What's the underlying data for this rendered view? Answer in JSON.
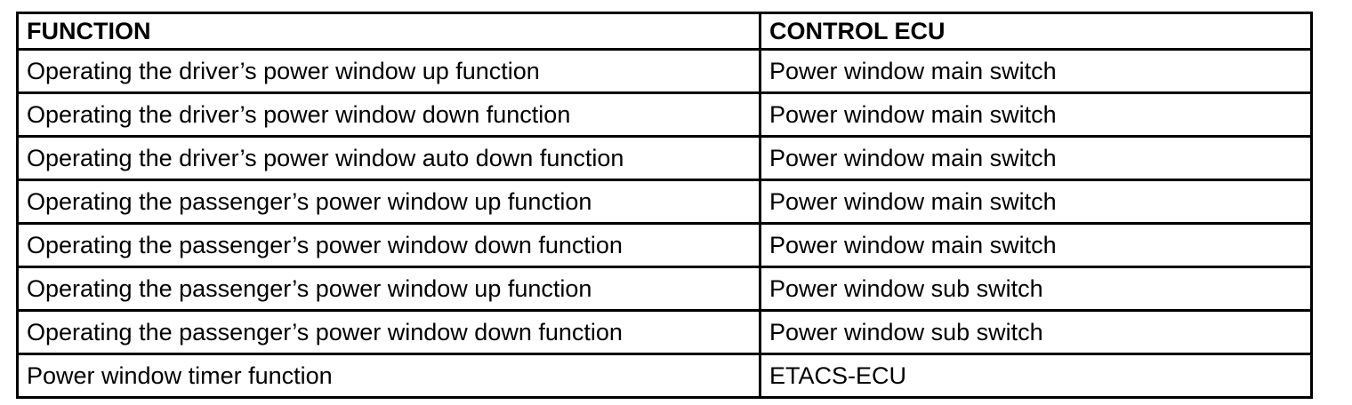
{
  "table": {
    "headers": [
      {
        "label": "FUNCTION"
      },
      {
        "label": "CONTROL ECU"
      }
    ],
    "rows": [
      {
        "function": "Operating the driver’s power window up function",
        "control_ecu": "Power window main switch"
      },
      {
        "function": "Operating the driver’s power window down function",
        "control_ecu": "Power window main switch"
      },
      {
        "function": "Operating the driver’s power window auto down function",
        "control_ecu": "Power window main switch"
      },
      {
        "function": "Operating the passenger’s power window up function",
        "control_ecu": "Power window main switch"
      },
      {
        "function": "Operating the passenger’s power window down function",
        "control_ecu": "Power window main switch"
      },
      {
        "function": "Operating the passenger’s power window up function",
        "control_ecu": "Power window sub switch"
      },
      {
        "function": "Operating the passenger’s power window down function",
        "control_ecu": "Power window sub switch"
      },
      {
        "function": "Power window timer function",
        "control_ecu": "ETACS-ECU"
      }
    ],
    "colors": {
      "border": "#000000",
      "text": "#000000",
      "background": "#ffffff"
    }
  }
}
